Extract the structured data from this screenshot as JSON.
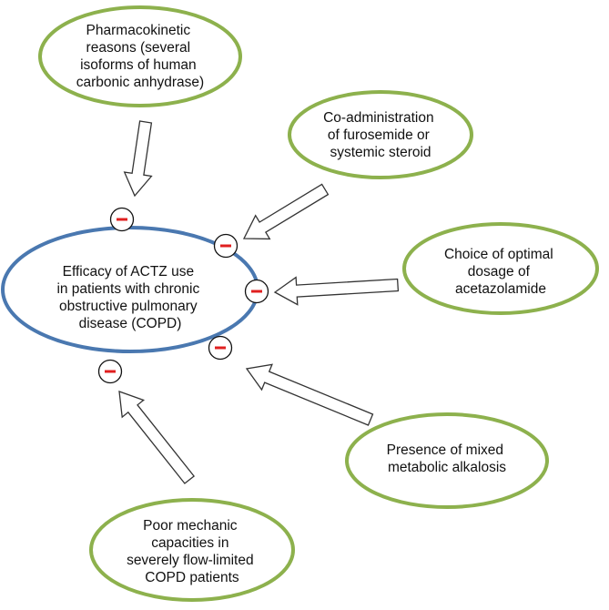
{
  "diagram": {
    "center": {
      "lines": [
        "Efficacy of ACTZ use",
        "in patients with chronic",
        "obstructive pulmonary",
        "disease (COPD)"
      ]
    },
    "factors": [
      {
        "id": "pharmacokinetic",
        "lines": [
          "Pharmacokinetic",
          "reasons (several",
          "isoforms of human",
          "carbonic anhydrase)"
        ]
      },
      {
        "id": "co-administration",
        "lines": [
          "Co-administration",
          "of furosemide or",
          "systemic steroid"
        ]
      },
      {
        "id": "dosage",
        "lines": [
          "Choice of optimal",
          "dosage of",
          "acetazolamide"
        ]
      },
      {
        "id": "alkalosis",
        "lines": [
          "Presence of mixed",
          "metabolic alkalosis"
        ]
      },
      {
        "id": "mechanic",
        "lines": [
          "Poor mechanic",
          "capacities in",
          "severely flow-limited",
          "COPD patients"
        ]
      }
    ],
    "effect_sign": "–",
    "colors": {
      "center_border": "#4a78b0",
      "factor_border": "#8db14d",
      "arrow_stroke": "#333333",
      "minus": "#e02020"
    }
  }
}
